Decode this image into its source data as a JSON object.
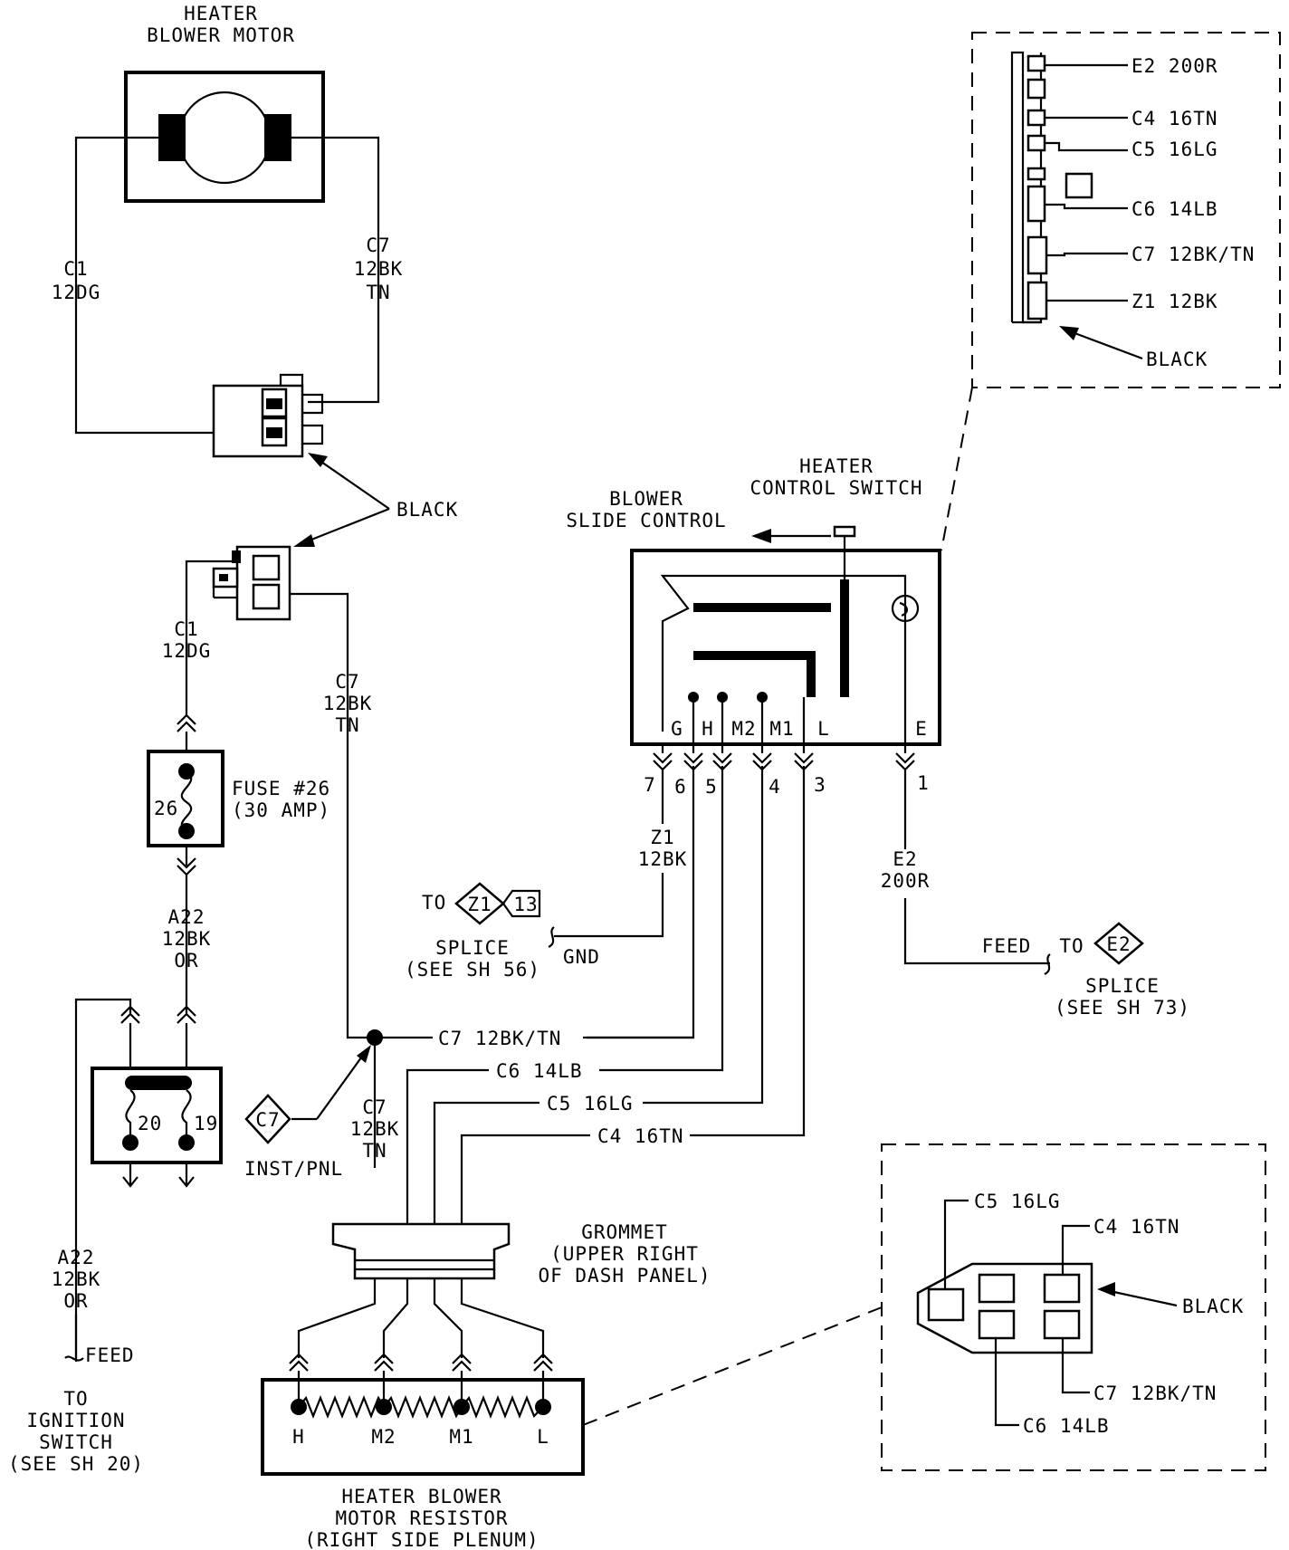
{
  "motor": {
    "title_1": "HEATER",
    "title_2": "BLOWER MOTOR",
    "wire_c1_code": "C1",
    "wire_c1_spec": "12DG",
    "wire_c7_code": "C7",
    "wire_c7_spec": "12BK",
    "wire_c7_color": "TN"
  },
  "connector_black_label": "BLACK",
  "lower_wires": {
    "c1_code": "C1",
    "c1_spec": "12DG",
    "c7_code": "C7",
    "c7_spec": "12BK",
    "c7_color": "TN"
  },
  "fuse": {
    "number": "26",
    "label": "FUSE #26",
    "rating": "(30 AMP)",
    "a22_code": "A22",
    "a22_spec": "12BK",
    "a22_color": "OR"
  },
  "ignition_connector": {
    "pin_20": "20",
    "pin_19": "19"
  },
  "feed_left": {
    "a22_code": "A22",
    "a22_spec": "12BK",
    "a22_color": "OR",
    "feed": "FEED",
    "to": "TO",
    "dest_1": "IGNITION",
    "dest_2": "SWITCH",
    "ref": "(SEE SH 20)"
  },
  "splice_c7": {
    "id": "C7",
    "location": "INST/PNL",
    "wire_code": "C7",
    "wire_spec": "12BK",
    "wire_color": "TN"
  },
  "harness_wires": [
    "C7 12BK/TN",
    "C6 14LB",
    "C5 16LG",
    "C4 16TN"
  ],
  "grommet": {
    "title": "GROMMET",
    "line_2": "(UPPER RIGHT",
    "line_3": "OF DASH PANEL)"
  },
  "resistor": {
    "pins": [
      "H",
      "M2",
      "M1",
      "L"
    ],
    "title_1": "HEATER BLOWER",
    "title_2": "MOTOR RESISTOR",
    "title_3": "(RIGHT SIDE PLENUM)"
  },
  "switch": {
    "heater_1": "HEATER",
    "heater_2": "CONTROL SWITCH",
    "blower_1": "BLOWER",
    "blower_2": "SLIDE CONTROL",
    "terminals": [
      "G",
      "H",
      "M2",
      "M1",
      "L",
      "E"
    ],
    "cavities": [
      "7",
      "6",
      "5",
      "4",
      "3",
      "1"
    ]
  },
  "ground": {
    "wire_code": "Z1",
    "wire_spec": "12BK",
    "to": "TO",
    "splice_id": "Z1",
    "splice_num": "13",
    "splice": "SPLICE",
    "ref": "(SEE SH 56)",
    "gnd": "GND"
  },
  "feed_right": {
    "wire_code": "E2",
    "wire_spec": "200R",
    "feed": "FEED",
    "to": "TO",
    "splice_id": "E2",
    "splice": "SPLICE",
    "ref": "(SEE SH 73)"
  },
  "switch_connector_view": {
    "wires": [
      "E2 200R",
      "C4 16TN",
      "C5 16LG",
      "C6 14LB",
      "C7 12BK/TN",
      "Z1 12BK"
    ],
    "color": "BLACK"
  },
  "resistor_connector_view": {
    "wire_c5": "C5 16LG",
    "wire_c4": "C4 16TN",
    "color": "BLACK",
    "wire_c7": "C7 12BK/TN",
    "wire_c6": "C6 14LB"
  }
}
